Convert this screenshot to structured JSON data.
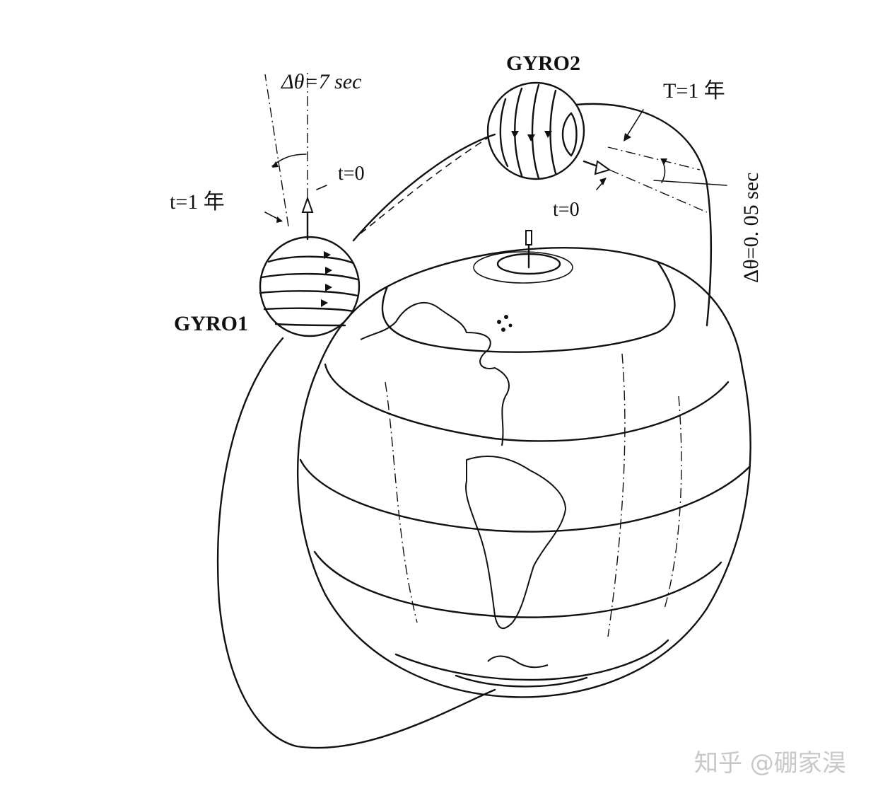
{
  "labels": {
    "gyro1": "GYRO1",
    "gyro2": "GYRO2",
    "delta_theta_gyro1": "Δθ=7 sec",
    "delta_theta_gyro2": "Δθ=0. 05 sec",
    "t0_gyro1": "t=0",
    "t1_gyro1": "t=1 年",
    "t0_gyro2": "t=0",
    "T1_gyro2": "T=1 年"
  },
  "watermark": "知乎 @硼家淏"
}
